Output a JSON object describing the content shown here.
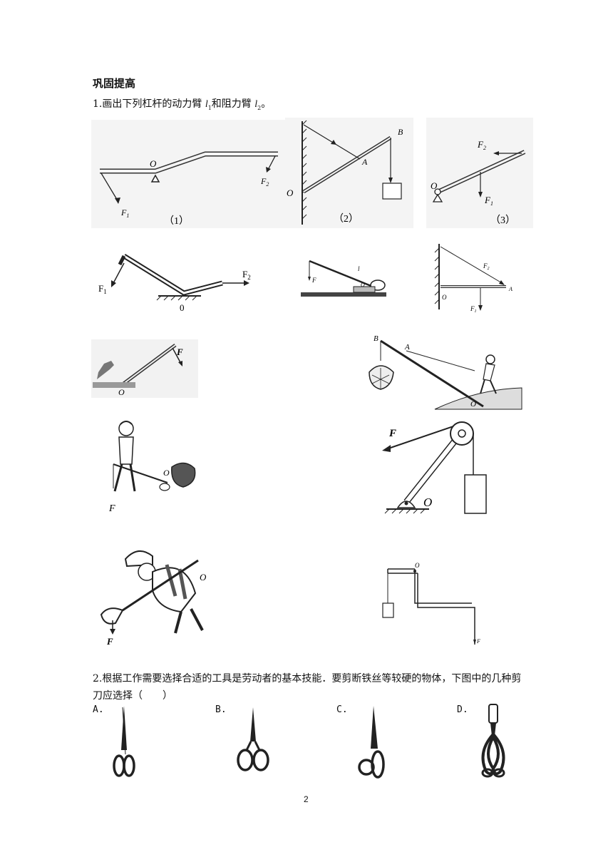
{
  "section_title": "巩固提高",
  "q1": {
    "prefix": "1.画出下列杠杆的动力臂 ",
    "l1": "l",
    "l1_sub": "1",
    "mid": "和阻力臂 ",
    "l2": "l",
    "l2_sub": "2",
    "suffix": "。"
  },
  "fig1": {
    "O": "O",
    "F1": "F",
    "F1_sub": "1",
    "F2": "F",
    "F2_sub": "2",
    "caption": "（1）"
  },
  "fig2": {
    "O": "O",
    "A": "A",
    "B": "B",
    "caption": "（2）"
  },
  "fig3": {
    "O": "O",
    "F1": "F",
    "F1_sub": "1",
    "F2": "F",
    "F2_sub": "2",
    "caption": "（3）"
  },
  "fig4": {
    "F1": "F",
    "F1_sub": "1",
    "F2": "F",
    "F2_sub": "2",
    "O": "0"
  },
  "fig5": {
    "F": "F",
    "O": "O",
    "l": "l"
  },
  "fig6": {
    "O": "O",
    "F2": "F",
    "F2_sub": "2",
    "A": "A",
    "F1": "F",
    "F1_sub": "1"
  },
  "fig7": {
    "F": "F",
    "O": "O"
  },
  "fig8": {
    "B": "B",
    "A": "A",
    "O": "O"
  },
  "fig9": {
    "O": "O",
    "F": "F"
  },
  "fig10": {
    "F": "F",
    "O": "O"
  },
  "fig11": {
    "O": "O",
    "F": "F"
  },
  "fig12": {
    "O": "O",
    "F": "F"
  },
  "q2": {
    "text": "2.根据工作需要选择合适的工具是劳动者的基本技能．要剪断铁丝等较硬的物体，下图中的几种剪刀应选择（　　）"
  },
  "options": [
    "A.",
    "B.",
    "C.",
    "D."
  ],
  "page_number": "2"
}
